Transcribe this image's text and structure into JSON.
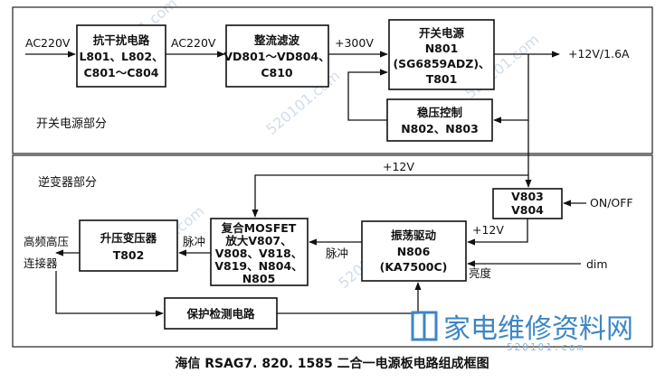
{
  "sections": {
    "smps": "开关电源部分",
    "inverter": "逆变器部分"
  },
  "blocks": {
    "emi": [
      "抗干扰电路",
      "L801、L802、",
      "C801～C804"
    ],
    "rectifier": [
      "整流滤波",
      "VD801～VD804、",
      "C810"
    ],
    "smps": [
      "开关电源",
      "N801",
      "(SG6859ADZ)、",
      "T801"
    ],
    "regulator": [
      "稳压控制",
      "N802、N803"
    ],
    "switch": [
      "V803",
      "V804"
    ],
    "mosfet": [
      "复合MOSFET",
      "放大V807、",
      "V808、V818、",
      "V819、N804、",
      "N805"
    ],
    "osc": [
      "振荡驱动",
      "N806",
      "(KA7500C)"
    ],
    "transformer": [
      "升压变压器",
      "T802"
    ],
    "protect": [
      "保护检测电路"
    ]
  },
  "labels": {
    "ac_in": "AC220V",
    "ac_mid": "AC220V",
    "dc300": "+300V",
    "out": "+12V/1.6A",
    "v12_top": "+12V",
    "v12_osc": "+12V",
    "onoff": "ON/OFF",
    "dim": "dim",
    "brightness": "亮度",
    "pulse1": "脉冲",
    "pulse2": "脉冲",
    "hv_connector": [
      "高频高压",
      "连接器"
    ]
  },
  "caption": "海信 RSAG7. 820. 1585 二合一电源板电路组成框图",
  "watermark": {
    "logo": "家电维修资料网",
    "url": "520101.com"
  }
}
